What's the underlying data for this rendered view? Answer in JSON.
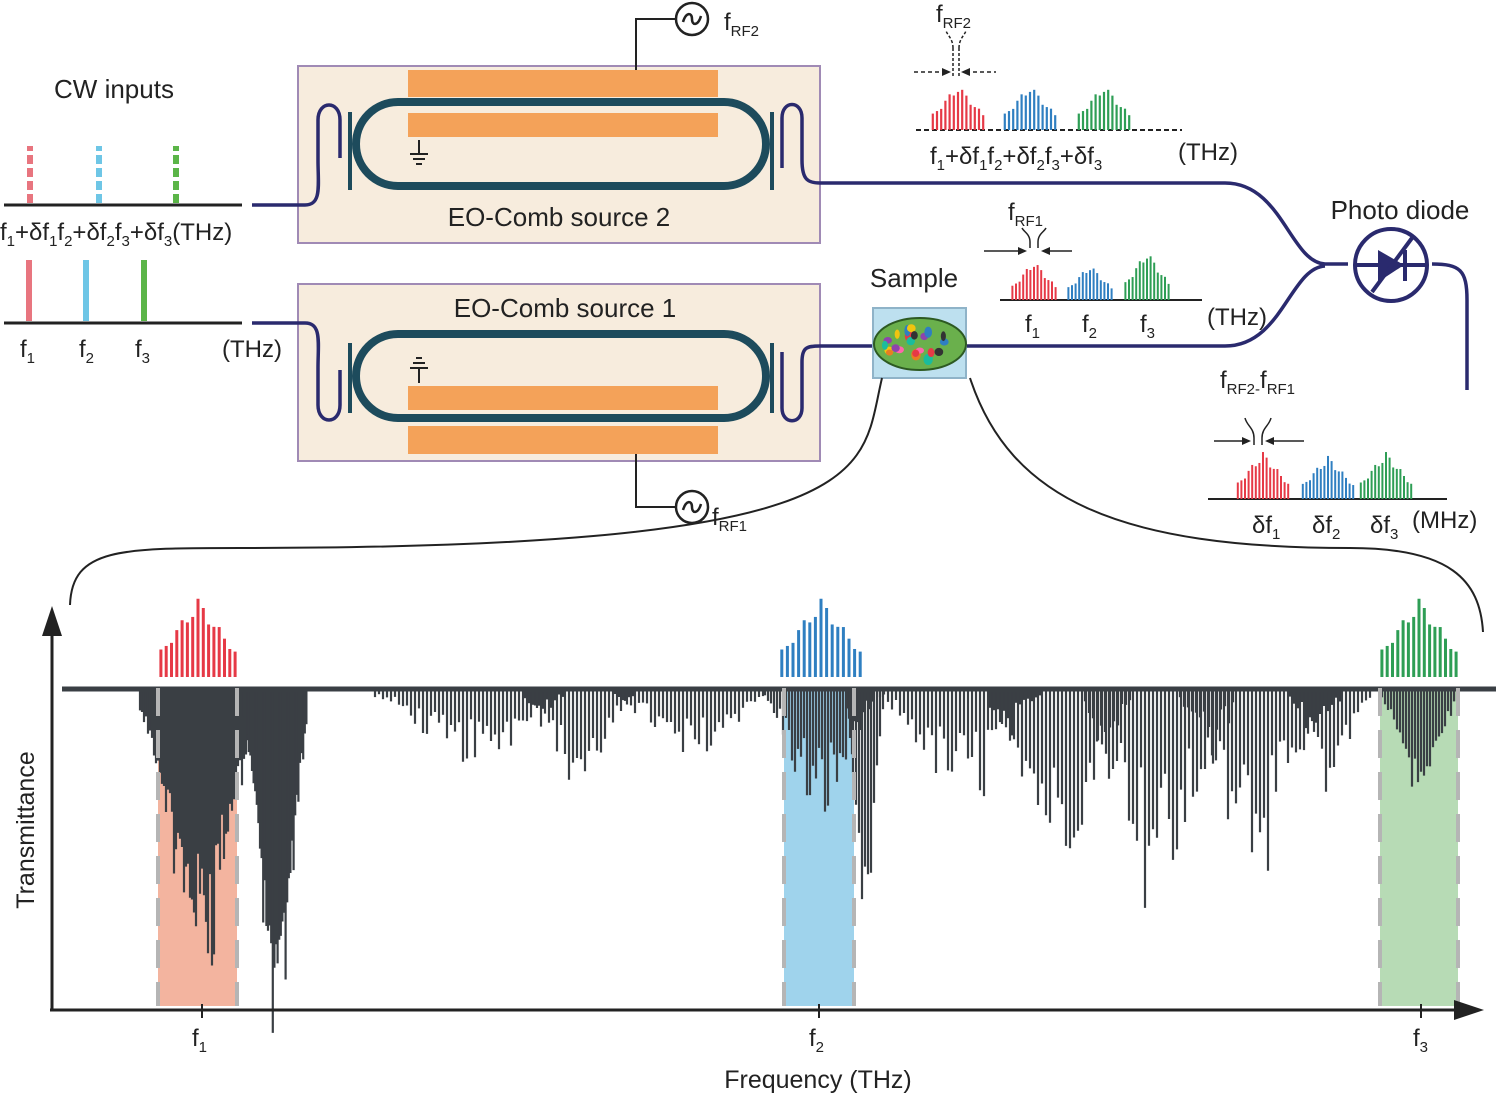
{
  "labels": {
    "cw_inputs": "CW inputs",
    "comb_source_2": "EO-Comb source 2",
    "comb_source_1": "EO-Comb source 1",
    "sample": "Sample",
    "photo_diode": "Photo diode",
    "thz": "(THz)",
    "mhz": "(MHz)",
    "x_axis": "Frequency (THz)",
    "y_axis": "Transmittance",
    "f": "f",
    "delta_f": "δf",
    "plus": "+",
    "minus": "-",
    "sub_1": "1",
    "sub_2": "2",
    "sub_3": "3",
    "rf1": "RF1",
    "rf2": "RF2"
  },
  "colors": {
    "red": "#e63946",
    "blue": "#2f7fc1",
    "green": "#2e9e55",
    "cyan": "#6ec6e6",
    "lime": "#5bb548",
    "pink": "#e8757f",
    "waveguide": "#1d4b5c",
    "fiber": "#2a2a6e",
    "electrode": "#f4a259",
    "box_fill": "#f7ecdd",
    "box_stroke": "#a08ab5",
    "spectrum": "#3a3f44",
    "shade_red": "#f3b49f",
    "shade_blue": "#9fd3ec",
    "shade_green": "#b7dbb5",
    "sample_box": "#bde0ef",
    "sample_fill": "#6ab04c"
  },
  "chart_data": {
    "type": "area",
    "title": "",
    "xlabel": "Frequency (THz)",
    "ylabel": "Transmittance",
    "x_ticks": [
      "f1",
      "f2",
      "f3"
    ],
    "comb_windows": [
      {
        "name": "f1",
        "color": "#e63946"
      },
      {
        "name": "f2",
        "color": "#2f7fc1"
      },
      {
        "name": "f3",
        "color": "#2e9e55"
      }
    ]
  }
}
